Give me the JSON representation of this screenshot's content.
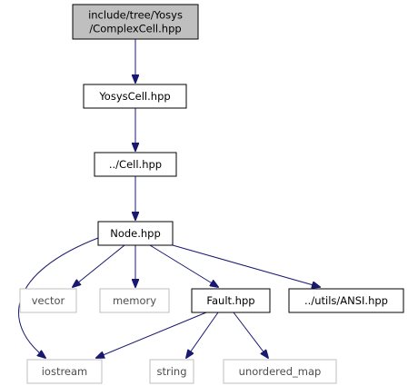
{
  "diagram": {
    "nodes": [
      {
        "id": "root",
        "lines": [
          "include/tree/Yosys",
          "/ComplexCell.hpp"
        ],
        "style": "root"
      },
      {
        "id": "yosyscell",
        "lines": [
          "YosysCell.hpp"
        ],
        "style": "internal"
      },
      {
        "id": "cell",
        "lines": [
          "../Cell.hpp"
        ],
        "style": "internal"
      },
      {
        "id": "node",
        "lines": [
          "Node.hpp"
        ],
        "style": "internal"
      },
      {
        "id": "vector",
        "lines": [
          "vector"
        ],
        "style": "external"
      },
      {
        "id": "memory",
        "lines": [
          "memory"
        ],
        "style": "external"
      },
      {
        "id": "fault",
        "lines": [
          "Fault.hpp"
        ],
        "style": "internal"
      },
      {
        "id": "ansi",
        "lines": [
          "../utils/ANSI.hpp"
        ],
        "style": "internal"
      },
      {
        "id": "iostream",
        "lines": [
          "iostream"
        ],
        "style": "external"
      },
      {
        "id": "string",
        "lines": [
          "string"
        ],
        "style": "external"
      },
      {
        "id": "unordered_map",
        "lines": [
          "unordered_map"
        ],
        "style": "external"
      }
    ],
    "edges": [
      {
        "from": "root",
        "to": "yosyscell"
      },
      {
        "from": "yosyscell",
        "to": "cell"
      },
      {
        "from": "cell",
        "to": "node"
      },
      {
        "from": "node",
        "to": "vector"
      },
      {
        "from": "node",
        "to": "memory"
      },
      {
        "from": "node",
        "to": "fault"
      },
      {
        "from": "node",
        "to": "ansi"
      },
      {
        "from": "node",
        "to": "iostream"
      },
      {
        "from": "fault",
        "to": "iostream"
      },
      {
        "from": "fault",
        "to": "string"
      },
      {
        "from": "fault",
        "to": "unordered_map"
      }
    ],
    "colors": {
      "edge": "#191970",
      "root_fill": "#bfbfbf",
      "root_border": "#000000",
      "internal_fill": "#ffffff",
      "internal_border": "#000000",
      "external_fill": "#ffffff",
      "external_border": "#bfbfbf",
      "external_text": "#4d4d4d",
      "text": "#000000"
    }
  }
}
